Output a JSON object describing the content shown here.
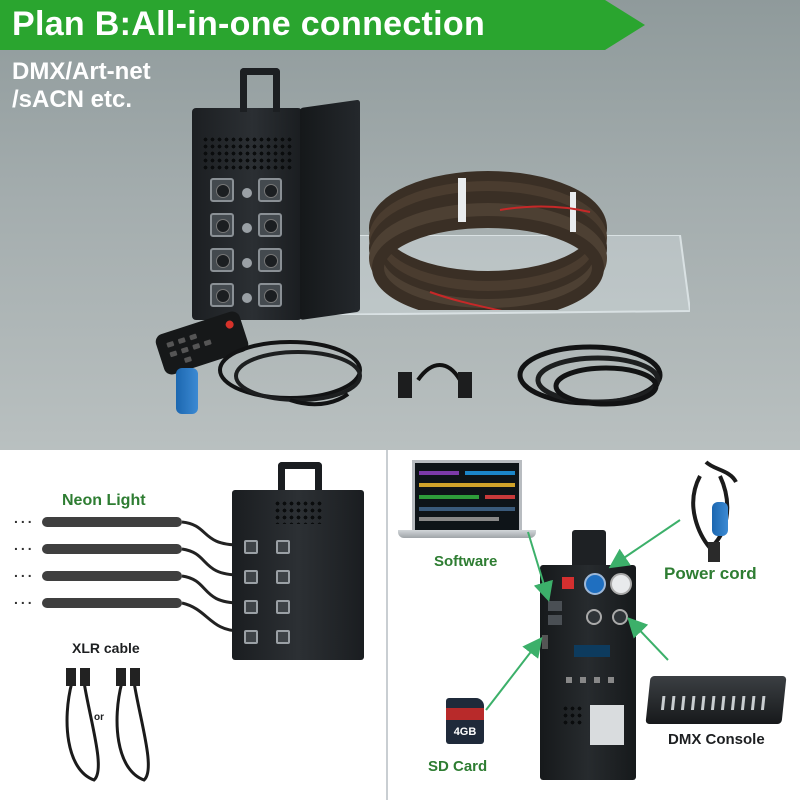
{
  "header": {
    "title": "Plan B:All-in-one connection",
    "banner_color": "#2aa52f"
  },
  "top_panel": {
    "protocols_line1": "DMX/Art-net",
    "protocols_line2": "/sACN etc."
  },
  "bottom_left": {
    "neon_label": "Neon Light",
    "dots": "...",
    "xlr_label": "XLR cable",
    "or_label": "or"
  },
  "bottom_right": {
    "software_label": "Software",
    "power_label": "Power cord",
    "sd_label": "SD Card",
    "dmx_label": "DMX Console",
    "sd_capacity": "4GB",
    "arrow_color": "#3cb06a"
  }
}
